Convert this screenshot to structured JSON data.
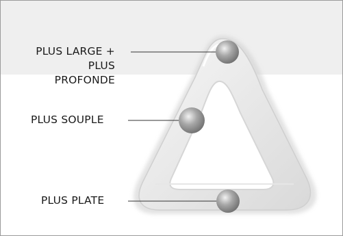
{
  "callouts": [
    {
      "id": "wider-deeper",
      "lines": [
        "PLUS LARGE +",
        "PLUS",
        "PROFONDE"
      ]
    },
    {
      "id": "softer",
      "lines": [
        "PLUS SOUPLE"
      ]
    },
    {
      "id": "flatter",
      "lines": [
        "PLUS PLATE"
      ]
    }
  ],
  "colors": {
    "background_band": "#efefef",
    "marker": "#8f8f8f",
    "leader_line": "#333333",
    "text": "#1a1a1a"
  }
}
